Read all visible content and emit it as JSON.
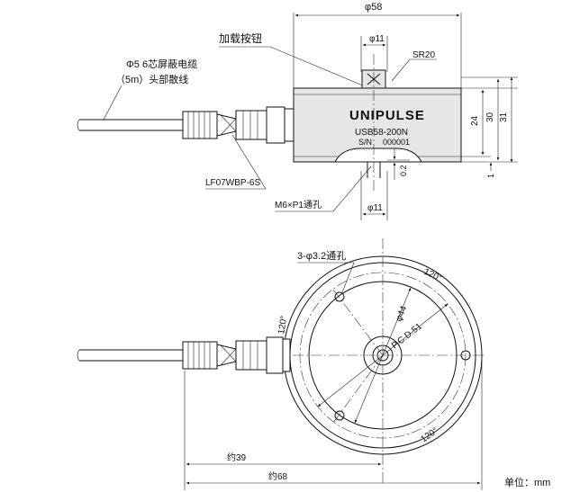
{
  "side_view": {
    "overall_width_label": "φ58",
    "button_label": "加载按钮",
    "button_diameter_label": "φ11",
    "sr_label": "SR20",
    "cable_line1": "Φ5  6芯屏蔽电缆",
    "cable_line2": "（5m）头部散线",
    "brand": "UNIPULSE",
    "model": "USB58-200N",
    "serial_prefix": "S/N",
    "serial": "000001",
    "connector_label": "LF07WBP-6S",
    "thread_label": "M6×P1通孔",
    "bottom_diameter_label": "φ11",
    "height_24": "24",
    "height_30": "30",
    "height_31": "31",
    "gap_02": "0.2",
    "gap_1": "1"
  },
  "top_view": {
    "holes_label": "3-φ3.2通孔",
    "angle_top": "120°",
    "angle_left": "120°",
    "angle_bottom": "120°",
    "diameter_44": "φ44",
    "pcd_label": "P.C.D.51",
    "dim_39": "约39",
    "dim_68": "约68"
  },
  "unit_label": "单位：mm"
}
